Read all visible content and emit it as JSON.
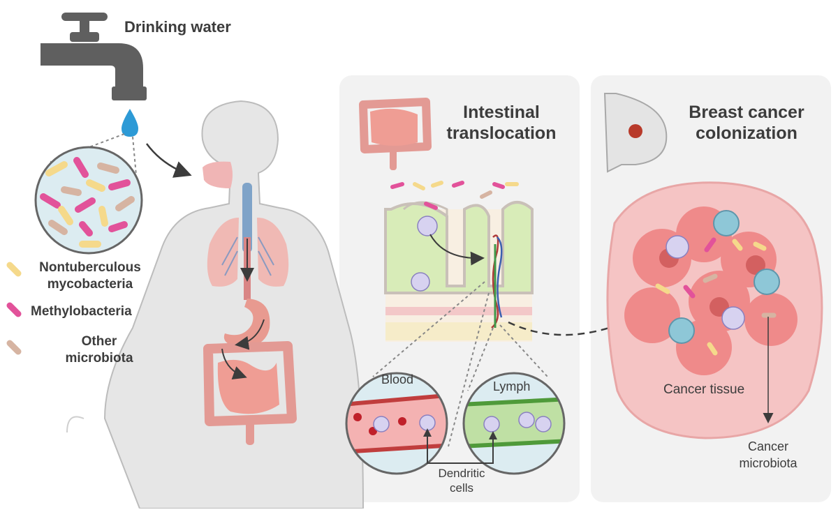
{
  "source": {
    "title": "Drinking water",
    "legend": [
      {
        "label_lines": [
          "Nontuberculous",
          "mycobacteria"
        ],
        "color": "#f5d98b"
      },
      {
        "label_lines": [
          "Methylobacteria"
        ],
        "color": "#e2529a"
      },
      {
        "label_lines": [
          "Other",
          "microbiota"
        ],
        "color": "#d6b4a2"
      }
    ]
  },
  "panel_intestine": {
    "title_lines": [
      "Intestinal",
      "translocation"
    ],
    "blood_label": "Blood",
    "lymph_label": "Lymph",
    "dendritic_lines": [
      "Dendritic",
      "cells"
    ]
  },
  "panel_breast": {
    "title_lines": [
      "Breast cancer",
      "colonization"
    ],
    "tissue_label": "Cancer tissue",
    "microbiota_lines": [
      "Cancer",
      "microbiota"
    ]
  },
  "colors": {
    "panel_bg": "#f2f2f2",
    "nontuberculous": "#f5d98b",
    "methylobacteria": "#e2529a",
    "other": "#d6b4a2",
    "tissue": "#f5c4c4",
    "tumor_cell": "#ef8a8a"
  }
}
